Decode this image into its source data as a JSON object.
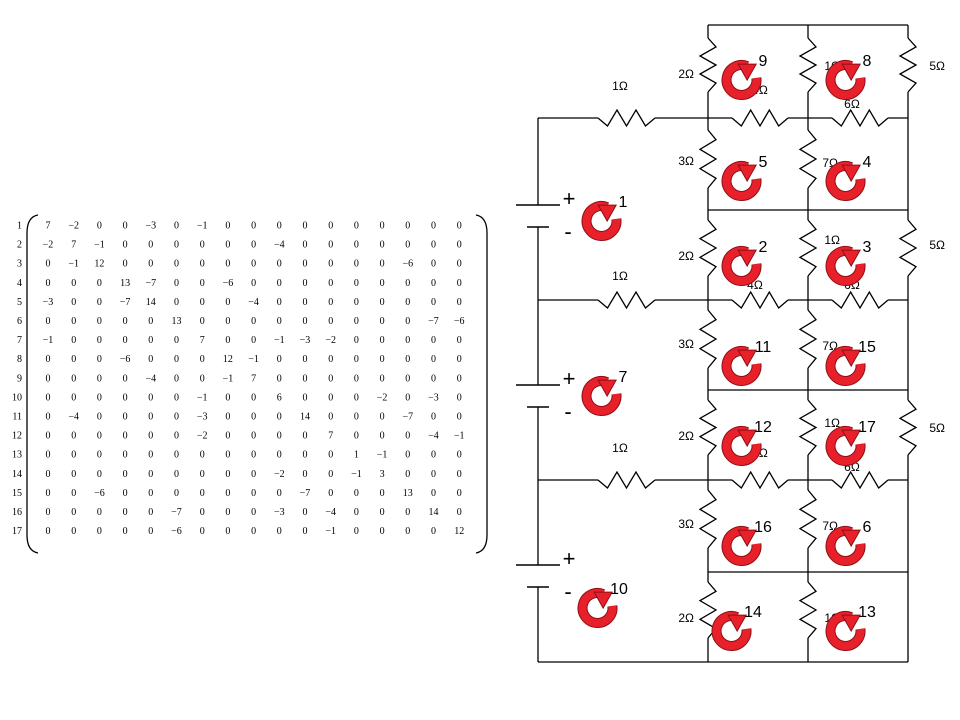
{
  "matrix": {
    "row_labels": [
      "1",
      "2",
      "3",
      "4",
      "5",
      "6",
      "7",
      "8",
      "9",
      "10",
      "11",
      "12",
      "13",
      "14",
      "15",
      "16",
      "17"
    ],
    "rows": [
      [
        "7",
        "−2",
        "0",
        "0",
        "−3",
        "0",
        "−1",
        "0",
        "0",
        "0",
        "0",
        "0",
        "0",
        "0",
        "0",
        "0",
        "0"
      ],
      [
        "−2",
        "7",
        "−1",
        "0",
        "0",
        "0",
        "0",
        "0",
        "0",
        "−4",
        "0",
        "0",
        "0",
        "0",
        "0",
        "0",
        "0"
      ],
      [
        "0",
        "−1",
        "12",
        "0",
        "0",
        "0",
        "0",
        "0",
        "0",
        "0",
        "0",
        "0",
        "0",
        "0",
        "−6",
        "0",
        "0"
      ],
      [
        "0",
        "0",
        "0",
        "13",
        "−7",
        "0",
        "0",
        "−6",
        "0",
        "0",
        "0",
        "0",
        "0",
        "0",
        "0",
        "0",
        "0"
      ],
      [
        "−3",
        "0",
        "0",
        "−7",
        "14",
        "0",
        "0",
        "0",
        "−4",
        "0",
        "0",
        "0",
        "0",
        "0",
        "0",
        "0",
        "0"
      ],
      [
        "0",
        "0",
        "0",
        "0",
        "0",
        "13",
        "0",
        "0",
        "0",
        "0",
        "0",
        "0",
        "0",
        "0",
        "0",
        "−7",
        "−6"
      ],
      [
        "−1",
        "0",
        "0",
        "0",
        "0",
        "0",
        "7",
        "0",
        "0",
        "−1",
        "−3",
        "−2",
        "0",
        "0",
        "0",
        "0",
        "0"
      ],
      [
        "0",
        "0",
        "0",
        "−6",
        "0",
        "0",
        "0",
        "12",
        "−1",
        "0",
        "0",
        "0",
        "0",
        "0",
        "0",
        "0",
        "0"
      ],
      [
        "0",
        "0",
        "0",
        "0",
        "−4",
        "0",
        "0",
        "−1",
        "7",
        "0",
        "0",
        "0",
        "0",
        "0",
        "0",
        "0",
        "0"
      ],
      [
        "0",
        "0",
        "0",
        "0",
        "0",
        "0",
        "−1",
        "0",
        "0",
        "6",
        "0",
        "0",
        "0",
        "−2",
        "0",
        "−3",
        "0"
      ],
      [
        "0",
        "−4",
        "0",
        "0",
        "0",
        "0",
        "−3",
        "0",
        "0",
        "0",
        "14",
        "0",
        "0",
        "0",
        "−7",
        "0",
        "0"
      ],
      [
        "0",
        "0",
        "0",
        "0",
        "0",
        "0",
        "−2",
        "0",
        "0",
        "0",
        "0",
        "7",
        "0",
        "0",
        "0",
        "−4",
        "−1"
      ],
      [
        "0",
        "0",
        "0",
        "0",
        "0",
        "0",
        "0",
        "0",
        "0",
        "0",
        "0",
        "0",
        "1",
        "−1",
        "0",
        "0",
        "0"
      ],
      [
        "0",
        "0",
        "0",
        "0",
        "0",
        "0",
        "0",
        "0",
        "0",
        "−2",
        "0",
        "0",
        "−1",
        "3",
        "0",
        "0",
        "0"
      ],
      [
        "0",
        "0",
        "−6",
        "0",
        "0",
        "0",
        "0",
        "0",
        "0",
        "0",
        "−7",
        "0",
        "0",
        "0",
        "13",
        "0",
        "0"
      ],
      [
        "0",
        "0",
        "0",
        "0",
        "0",
        "−7",
        "0",
        "0",
        "0",
        "−3",
        "0",
        "−4",
        "0",
        "0",
        "0",
        "14",
        "0"
      ],
      [
        "0",
        "0",
        "0",
        "0",
        "0",
        "−6",
        "0",
        "0",
        "0",
        "0",
        "0",
        "−1",
        "0",
        "0",
        "0",
        "0",
        "12"
      ]
    ]
  },
  "circuit": {
    "colors": {
      "wire": "#000000",
      "loop_fill": "#e8202a",
      "loop_dark": "#8e0f16"
    },
    "resistors": [
      {
        "id": "r-v1",
        "label": "2Ω"
      },
      {
        "id": "r-v2",
        "label": "3Ω"
      },
      {
        "id": "r-v3",
        "label": "2Ω"
      },
      {
        "id": "r-v4",
        "label": "3Ω"
      },
      {
        "id": "r-v5",
        "label": "2Ω"
      },
      {
        "id": "r-v6",
        "label": "3Ω"
      },
      {
        "id": "r-v7",
        "label": "2Ω"
      },
      {
        "id": "r-h1",
        "label": "1Ω"
      },
      {
        "id": "r-h2",
        "label": "1Ω"
      },
      {
        "id": "r-h3",
        "label": "1Ω"
      },
      {
        "id": "r-h4",
        "label": "4Ω"
      },
      {
        "id": "r-h5",
        "label": "4Ω"
      },
      {
        "id": "r-h6",
        "label": "4Ω"
      },
      {
        "id": "r-m1",
        "label": "1Ω"
      },
      {
        "id": "r-m2",
        "label": "7Ω"
      },
      {
        "id": "r-m3",
        "label": "1Ω"
      },
      {
        "id": "r-m4",
        "label": "7Ω"
      },
      {
        "id": "r-m5",
        "label": "1Ω"
      },
      {
        "id": "r-m6",
        "label": "7Ω"
      },
      {
        "id": "r-m7",
        "label": "1Ω"
      },
      {
        "id": "r-h7",
        "label": "6Ω"
      },
      {
        "id": "r-h8",
        "label": "6Ω"
      },
      {
        "id": "r-h9",
        "label": "6Ω"
      },
      {
        "id": "r-o1",
        "label": "5Ω"
      },
      {
        "id": "r-o2",
        "label": "5Ω"
      },
      {
        "id": "r-o3",
        "label": "5Ω"
      }
    ],
    "loops": [
      "9",
      "8",
      "5",
      "4",
      "1",
      "2",
      "3",
      "11",
      "15",
      "7",
      "12",
      "17",
      "16",
      "6",
      "10",
      "14",
      "13"
    ],
    "batteries": [
      {
        "plus": "+",
        "minus": "-"
      },
      {
        "plus": "+",
        "minus": "-"
      },
      {
        "plus": "+",
        "minus": "-"
      }
    ]
  }
}
